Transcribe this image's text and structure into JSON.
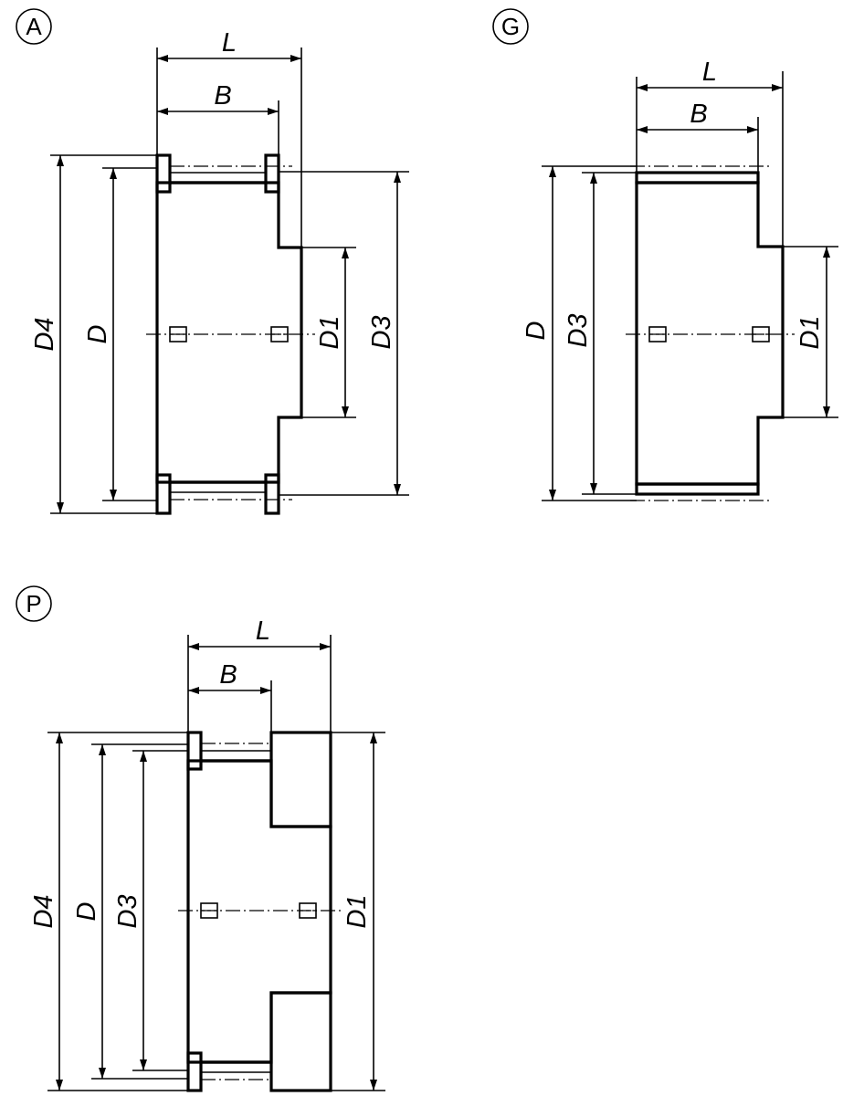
{
  "variants": {
    "a": {
      "marker": "A",
      "labels": {
        "L": "L",
        "B": "B",
        "D4": "D4",
        "D": "D",
        "D1": "D1",
        "D3": "D3"
      }
    },
    "g": {
      "marker": "G",
      "labels": {
        "L": "L",
        "B": "B",
        "D": "D",
        "D3": "D3",
        "D1": "D1"
      }
    },
    "p": {
      "marker": "P",
      "labels": {
        "L": "L",
        "B": "B",
        "D4": "D4",
        "D": "D",
        "D3": "D3",
        "D1": "D1"
      }
    }
  }
}
